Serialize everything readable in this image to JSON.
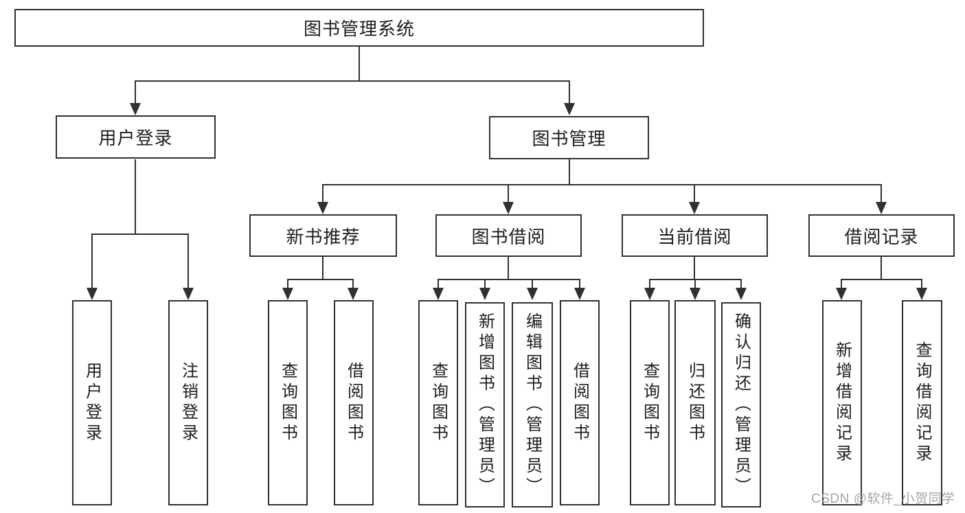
{
  "colors": {
    "line": "#303030",
    "text": "#1d1d1d",
    "box-bg": "#ffffff",
    "bg": "#ffffff",
    "watermark": "#a6a6a6"
  },
  "nodes": {
    "root": {
      "label": "图书管理系统"
    },
    "level2": [
      {
        "label": "用户登录"
      },
      {
        "label": "图书管理"
      }
    ],
    "level3": [
      {
        "label": "新书推荐",
        "parent": "图书管理"
      },
      {
        "label": "图书借阅",
        "parent": "图书管理"
      },
      {
        "label": "当前借阅",
        "parent": "图书管理"
      },
      {
        "label": "借阅记录",
        "parent": "图书管理"
      }
    ],
    "leaves": [
      {
        "label": "用户登录",
        "parent": "用户登录"
      },
      {
        "label": "注销登录",
        "parent": "用户登录"
      },
      {
        "label": "查询图书",
        "parent": "新书推荐"
      },
      {
        "label": "借阅图书",
        "parent": "新书推荐"
      },
      {
        "label": "查询图书",
        "parent": "图书借阅"
      },
      {
        "label": "新增图书（管理员）",
        "parent": "图书借阅"
      },
      {
        "label": "编辑图书（管理员）",
        "parent": "图书借阅"
      },
      {
        "label": "借阅图书",
        "parent": "图书借阅"
      },
      {
        "label": "查询图书",
        "parent": "当前借阅"
      },
      {
        "label": "归还图书",
        "parent": "当前借阅"
      },
      {
        "label": "确认归还（管理员）",
        "parent": "当前借阅"
      },
      {
        "label": "新增借阅记录",
        "parent": "借阅记录"
      },
      {
        "label": "查询借阅记录",
        "parent": "借阅记录"
      }
    ]
  },
  "watermark": {
    "text": "CSDN @软件_小贺同学"
  }
}
